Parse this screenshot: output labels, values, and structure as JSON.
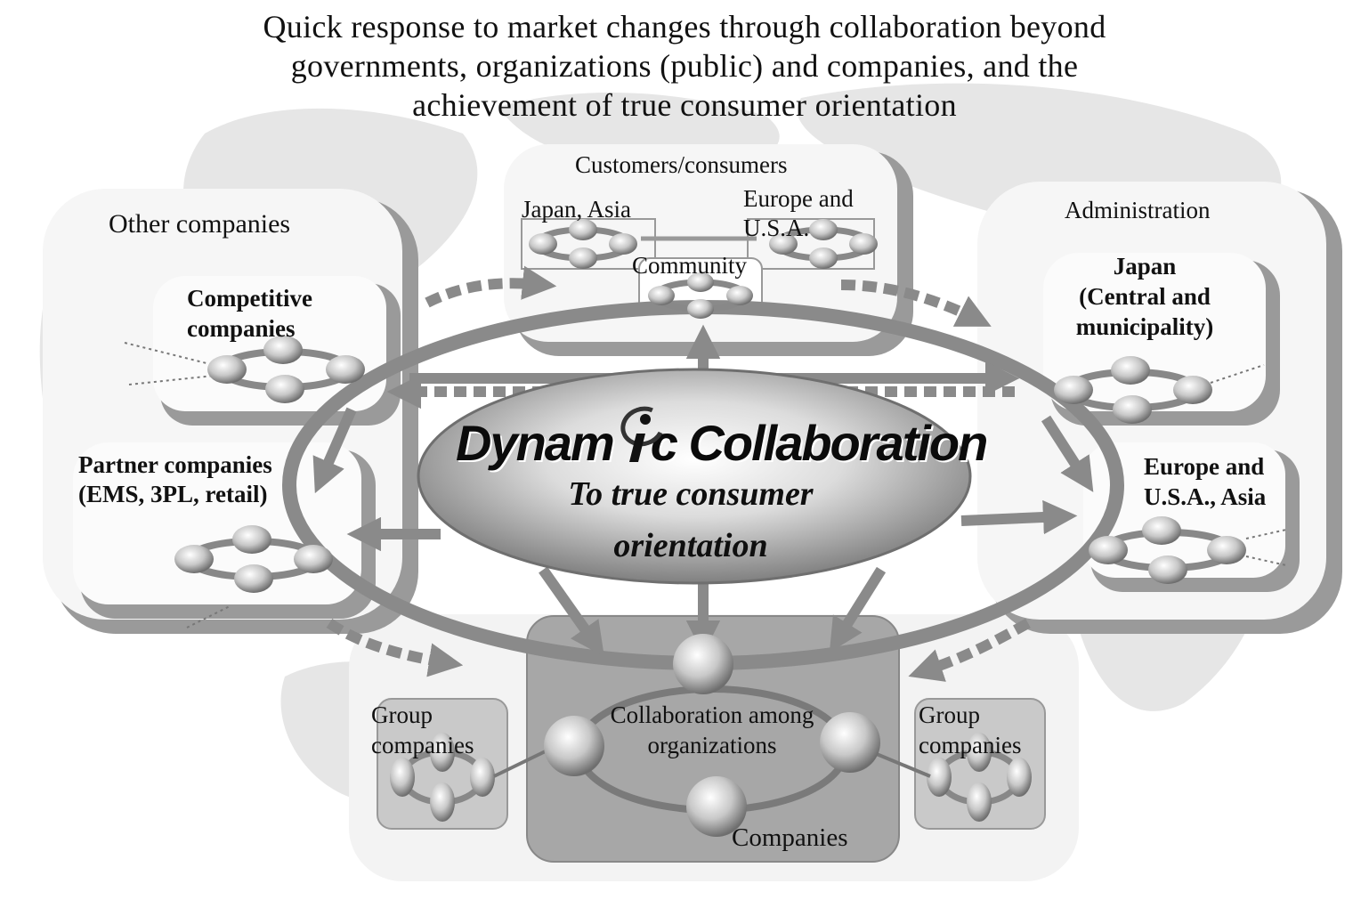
{
  "title": {
    "line1": "Quick response to market changes through collaboration beyond",
    "line2": "governments, organizations (public) and companies, and the",
    "line3": "achievement of true consumer orientation"
  },
  "customers": {
    "heading": "Customers/consumers",
    "japan_asia": "Japan, Asia",
    "europe_usa_1": "Europe and",
    "europe_usa_2": "U.S.A.",
    "community": "Community"
  },
  "other_companies": {
    "heading": "Other companies",
    "competitive_1": "Competitive",
    "competitive_2": "companies",
    "partner_1": "Partner companies",
    "partner_2": "(EMS, 3PL, retail)"
  },
  "administration": {
    "heading": "Administration",
    "japan_1": "Japan",
    "japan_2": "(Central and",
    "japan_3": "municipality)",
    "europe_1": "Europe and",
    "europe_2": "U.S.A., Asia"
  },
  "center": {
    "brand_part1": "Dynam",
    "brand_part2": "c Collaboration",
    "sub_1": "To true consumer",
    "sub_2": "orientation"
  },
  "companies": {
    "heading": "Companies",
    "collab_1": "Collaboration among",
    "collab_2": "organizations",
    "group_left_1": "Group",
    "group_left_2": "companies",
    "group_right_1": "Group",
    "group_right_2": "companies"
  },
  "colors": {
    "arrow": "#8a8a8a",
    "panel": "#f4f4f4",
    "panel_shadow": "#9a9a9a",
    "world_map": "#e3e3e3",
    "companies_box": "#a7a7a7",
    "group_box": "#c9c9c9"
  }
}
